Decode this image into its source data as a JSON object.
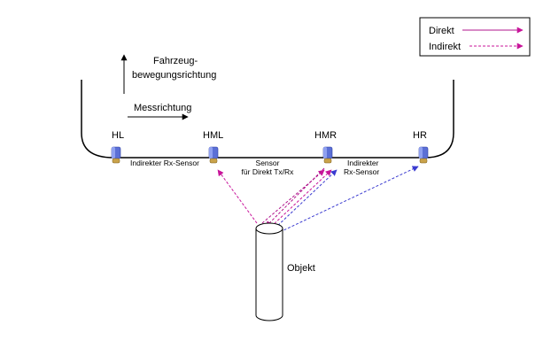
{
  "legend": {
    "direct_label": "Direkt",
    "indirect_label": "Indirekt"
  },
  "direction": {
    "vehicle_line1": "Fahrzeug-",
    "vehicle_line2": "bewegungsrichtung",
    "measurement": "Messrichtung"
  },
  "sensors": [
    {
      "id": "HL",
      "label": "HL"
    },
    {
      "id": "HML",
      "label": "HML"
    },
    {
      "id": "HMR",
      "label": "HMR"
    },
    {
      "id": "HR",
      "label": "HR"
    }
  ],
  "annotations": {
    "indirect_rx_left": "Indirekter Rx-Sensor",
    "direct_txrx_line1": "Sensor",
    "direct_txrx_line2": "für Direkt Tx/Rx",
    "indirect_rx_right_line1": "Indirekter",
    "indirect_rx_right_line2": "Rx-Sensor"
  },
  "object_label": "Objekt",
  "colors": {
    "direct": "#b0148c",
    "indirect_magenta": "#c8149a",
    "indirect_blue": "#3a3ad0",
    "sensor_body": "#5b6fd6",
    "sensor_base": "#c9a24a"
  },
  "icons": {
    "sensor": "ultrasonic-sensor-icon"
  }
}
